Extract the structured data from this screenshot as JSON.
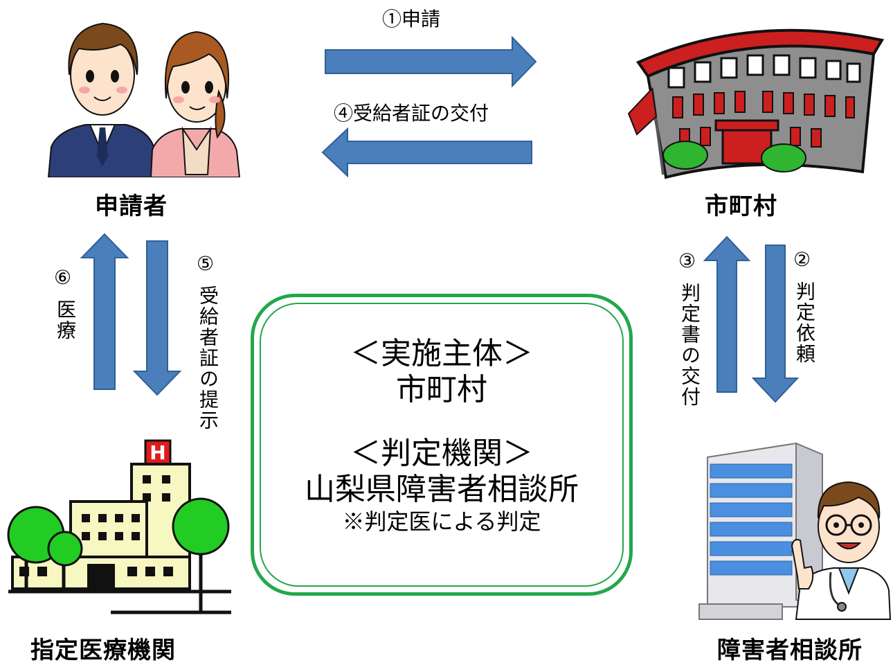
{
  "nodes": {
    "applicant": "申請者",
    "municipality": "市町村",
    "medical": "指定医療機関",
    "consult": "障害者相談所"
  },
  "edges": {
    "e1": "①申請",
    "e4": "④受給者証の交付",
    "e2_num": "②",
    "e2_text": "判定依頼",
    "e3_num": "③",
    "e3_text": "判定書の交付",
    "e5_num": "⑤",
    "e5_text": "受給者証の提示",
    "e6_num": "⑥",
    "e6_text": "医療"
  },
  "center": {
    "line1": "＜実施主体＞",
    "line2": "市町村",
    "line3": "＜判定機関＞",
    "line4": "山梨県障害者相談所",
    "line5": "※判定医による判定"
  },
  "colors": {
    "arrow_fill": "#4a7fbc",
    "arrow_stroke": "#2f5f96",
    "box_border": "#22a84a"
  },
  "icons": {
    "applicant": "couple-people-icon",
    "municipality": "city-hall-building-icon",
    "medical": "hospital-building-icon",
    "consult": "office-building-with-doctor-icon"
  }
}
